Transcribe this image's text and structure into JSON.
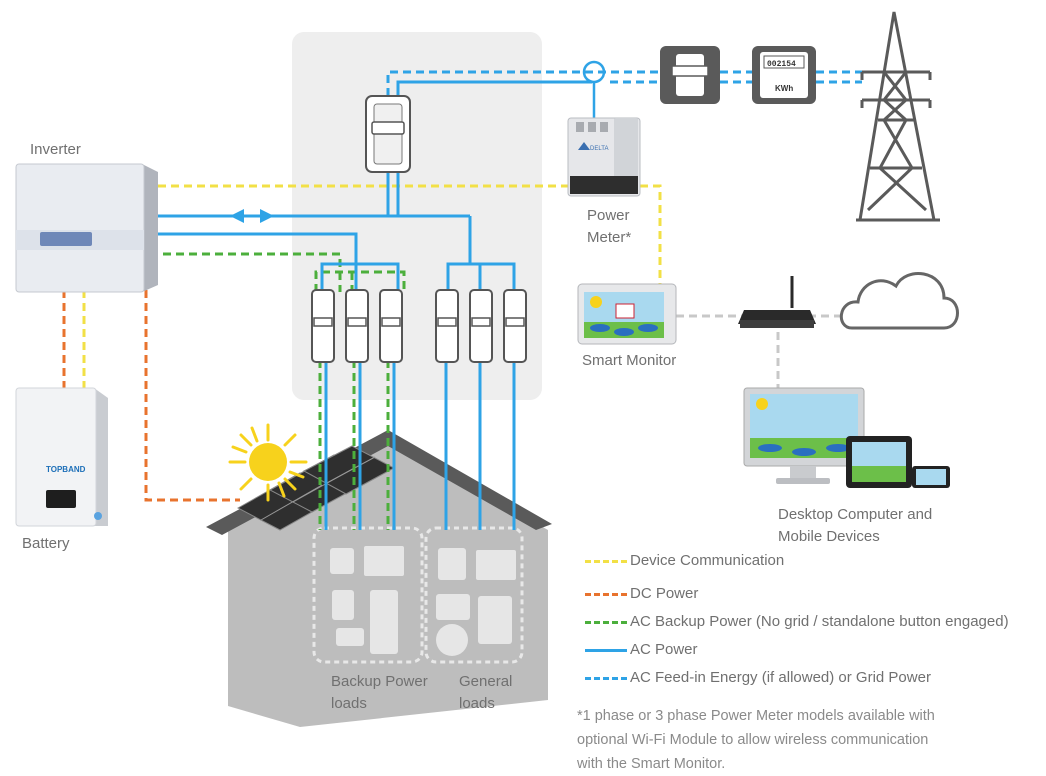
{
  "labels": {
    "inverter": "Inverter",
    "battery": "Battery",
    "battery_brand": "TOPBAND",
    "power_meter_line1": "Power",
    "power_meter_line2": "Meter*",
    "smart_monitor": "Smart Monitor",
    "desktop_line1": "Desktop Computer and",
    "desktop_line2": "Mobile Devices",
    "backup_loads_line1": "Backup Power",
    "backup_loads_line2": "loads",
    "general_loads_line1": "General",
    "general_loads_line2": "loads",
    "kwh_meter_reading": "002154",
    "kwh_meter_unit": "KWh",
    "power_meter_brand": "DELTA"
  },
  "legend": [
    {
      "id": "device-communication",
      "label": "Device Communication",
      "color": "#f2e046",
      "style": "dashed"
    },
    {
      "id": "dc-power",
      "label": "DC Power",
      "color": "#e8732e",
      "style": "dashed"
    },
    {
      "id": "ac-backup-power",
      "label": "AC Backup Power (No grid / standalone button engaged)",
      "color": "#4caf3c",
      "style": "dashed"
    },
    {
      "id": "ac-power",
      "label": "AC Power",
      "color": "#2ea3e6",
      "style": "solid"
    },
    {
      "id": "ac-feed-in",
      "label": "AC Feed-in Energy (if allowed) or Grid Power",
      "color": "#2ea3e6",
      "style": "dashed"
    }
  ],
  "footnote": [
    "*1 phase or 3 phase Power Meter models available with",
    "optional Wi-Fi Module to allow wireless communication",
    "with the Smart Monitor."
  ],
  "colors": {
    "yellow": "#f2e046",
    "orange": "#e8732e",
    "green": "#4caf3c",
    "blue": "#2ea3e6",
    "grey_line": "#c8c8c8",
    "panel": "#eeeeee",
    "house": "#bdbdbd",
    "roof": "#555555",
    "sun": "#f7d21c"
  }
}
